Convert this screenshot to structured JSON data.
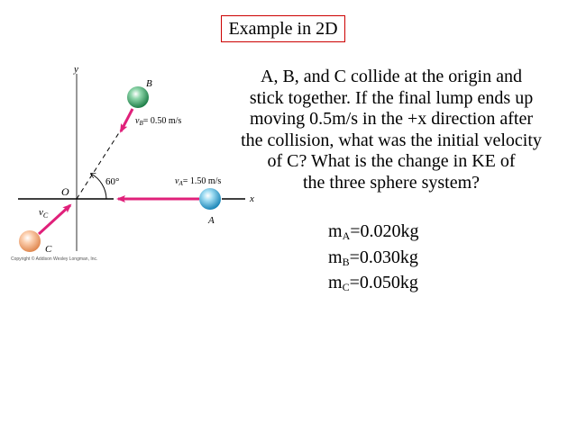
{
  "title": "Example in 2D",
  "problem_text": "A, B, and C collide at the origin and stick together. If the final lump ends up moving 0.5m/s in the +x direction after the collision, what was the initial velocity of C?  What is the change in KE of the three sphere system?",
  "problem_lines": [
    "A, B, and C collide at the origin and",
    "stick together. If the final lump ends up",
    "moving 0.5m/s in the +x direction after",
    "the collision, what was the initial velocity",
    "of C?  What is the change in KE of",
    "the three sphere system?"
  ],
  "masses": [
    {
      "symbol": "m",
      "sub": "A",
      "value": "=0.020kg"
    },
    {
      "symbol": "m",
      "sub": "B",
      "value": "=0.030kg"
    },
    {
      "symbol": "m",
      "sub": "C",
      "value": "=0.050kg"
    }
  ],
  "diagram": {
    "axis_x_label": "x",
    "axis_y_label": "y",
    "origin_label": "O",
    "angle_label": "60°",
    "sphere_a": {
      "label": "A",
      "velocity_symbol": "v",
      "velocity_sub": "A",
      "velocity_value": "= 1.50 m/s",
      "color": "#3aa8d8"
    },
    "sphere_b": {
      "label": "B",
      "velocity_symbol": "v",
      "velocity_sub": "B",
      "velocity_value": "= 0.50 m/s",
      "color": "#2e9e60"
    },
    "sphere_c": {
      "label": "C",
      "velocity_symbol": "v",
      "velocity_sub": "C",
      "color": "#f0a070"
    },
    "arrow_color": "#e0207a",
    "copyright": "Copyright © Addison Wesley Longman, Inc."
  }
}
